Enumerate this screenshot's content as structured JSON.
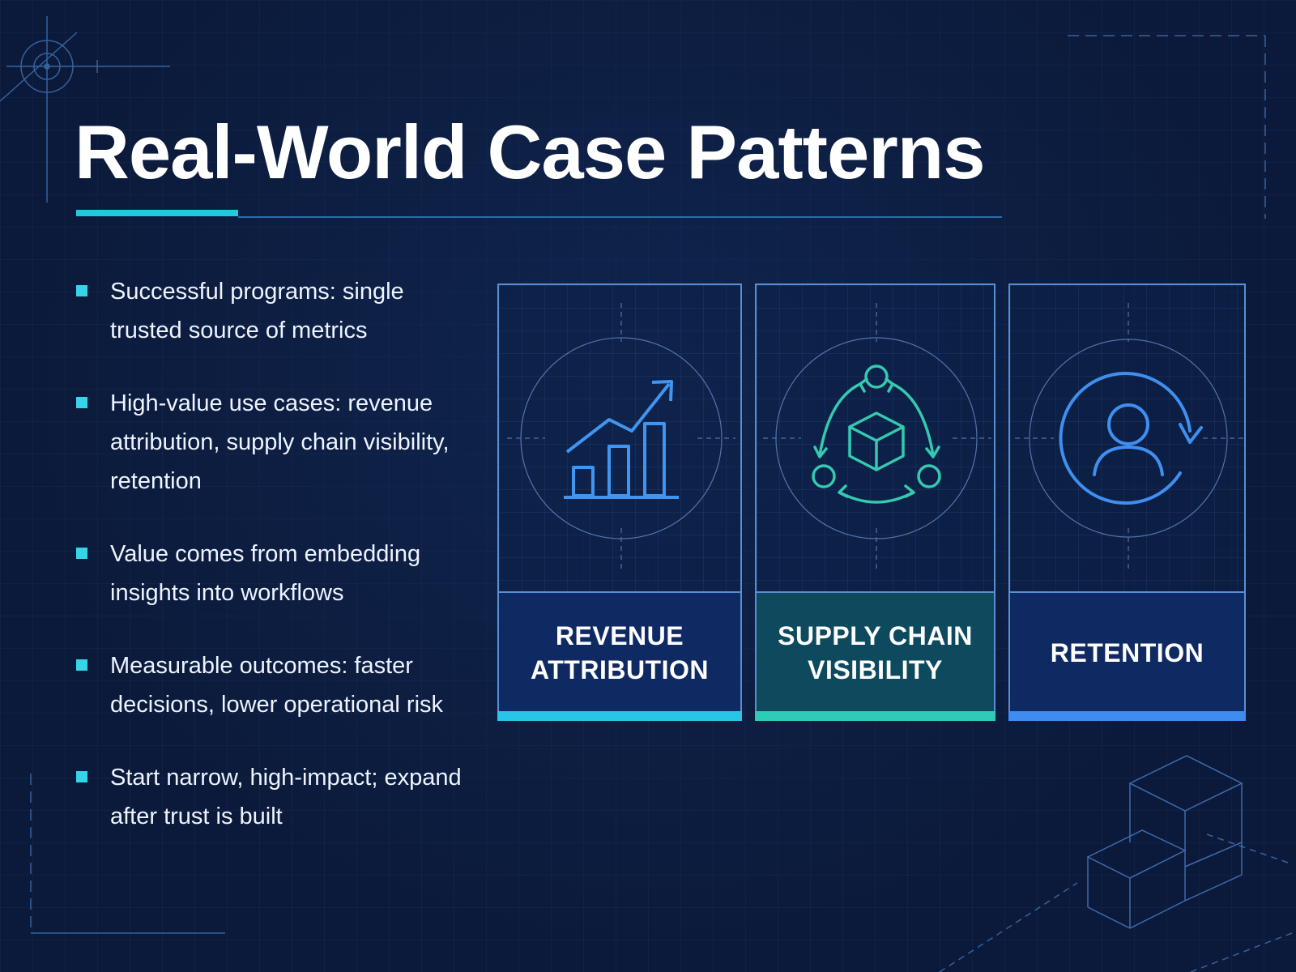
{
  "slide": {
    "title": "Real-World Case Patterns",
    "bullets": [
      "Successful programs: single trusted source of metrics",
      "High-value use cases: revenue attribution, supply chain visibility, retention",
      "Value comes from embedding insights into workflows",
      "Measurable outcomes: faster decisions, lower operational risk",
      "Start narrow, high-impact; expand after trust is built"
    ],
    "cards": [
      {
        "label": "REVENUE ATTRIBUTION",
        "icon": "bar-chart-trend-icon",
        "accent": "#29c5e6"
      },
      {
        "label": "SUPPLY CHAIN VISIBILITY",
        "icon": "cycle-cube-icon",
        "accent": "#2ecbb7"
      },
      {
        "label": "RETENTION",
        "icon": "user-cycle-icon",
        "accent": "#3f8bf0"
      }
    ]
  },
  "colors": {
    "background": "#0b1a3a",
    "accent_cyan": "#22c7e0",
    "accent_teal": "#2ecbb7",
    "accent_blue": "#3f8bf0"
  }
}
